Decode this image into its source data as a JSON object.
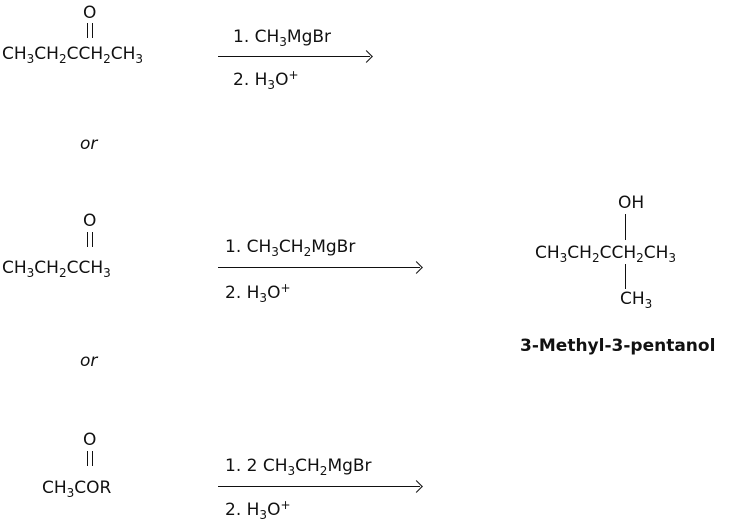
{
  "reactions": [
    {
      "carbonyl_oxygen": "O",
      "reactant": "CH3CH2CCH2CH3",
      "step1": "1. CH3MgBr",
      "step2": "2. H3O+"
    },
    {
      "carbonyl_oxygen": "O",
      "reactant": "CH3CH2CCH3",
      "step1": "1. CH3CH2MgBr",
      "step2": "2. H3O+"
    },
    {
      "carbonyl_oxygen": "O",
      "reactant": "CH3COR",
      "step1": "1. 2 CH3CH2MgBr",
      "step2": "2. H3O+"
    }
  ],
  "separators": [
    "or",
    "or"
  ],
  "product": {
    "hydroxyl": "OH",
    "chain": "CH3CH2CCH2CH3",
    "methyl": "CH3",
    "name": "3-Methyl-3-pentanol"
  }
}
